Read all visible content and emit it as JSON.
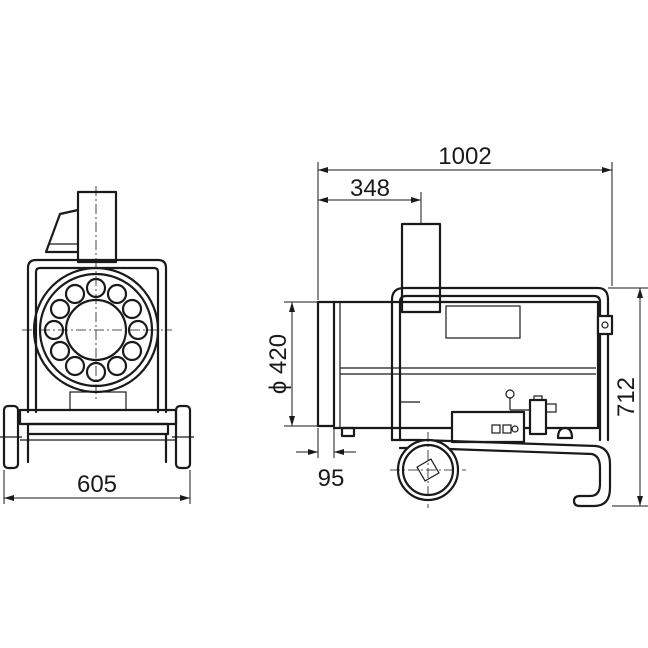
{
  "dimensions": {
    "overall_length": "1002",
    "tank_offset": "348",
    "front_width": "605",
    "outlet_diameter": "ϕ 420",
    "nozzle_depth": "95",
    "overall_height": "712"
  }
}
